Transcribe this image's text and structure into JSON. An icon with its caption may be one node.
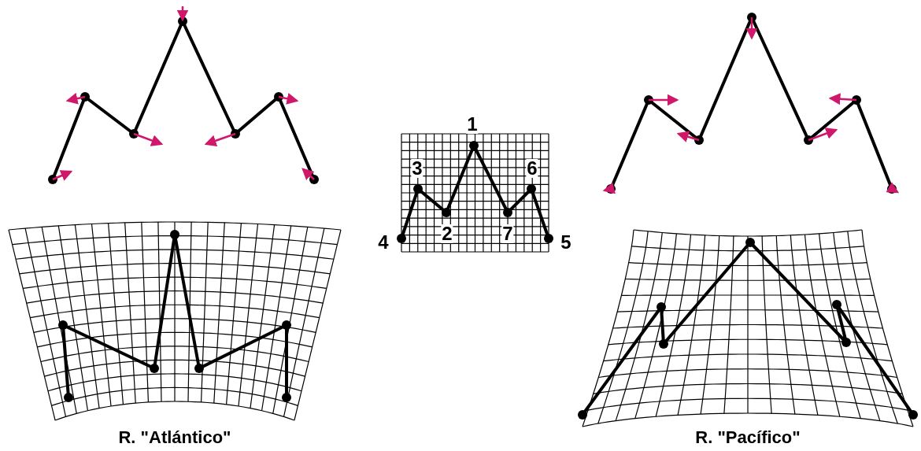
{
  "diagram": {
    "labels": [
      "1",
      "3",
      "6",
      "4",
      "2",
      "7",
      "5",
      "R. \"Atlántico\"",
      "R. \"Pacífico\""
    ]
  }
}
